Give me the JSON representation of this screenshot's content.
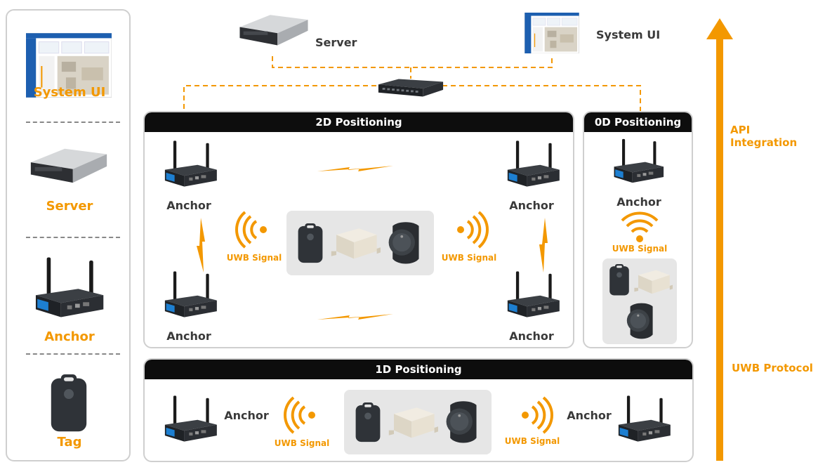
{
  "legend": {
    "system_ui": "System UI",
    "server": "Server",
    "anchor": "Anchor",
    "tag": "Tag"
  },
  "top": {
    "server_label": "Server",
    "system_ui_label": "System UI"
  },
  "sections": {
    "two_d": {
      "title": "2D Positioning",
      "anchor_label": "Anchor",
      "signal_label": "UWB Signal"
    },
    "zero_d": {
      "title": "0D Positioning",
      "anchor_label": "Anchor",
      "signal_label": "UWB Signal"
    },
    "one_d": {
      "title": "1D Positioning",
      "anchor_label": "Anchor",
      "signal_label": "UWB Signal"
    }
  },
  "arrow": {
    "top_label": "API Integration",
    "bottom_label": "UWB Protocol"
  },
  "colors": {
    "accent": "#f39800",
    "header": "#0d0d0d",
    "anchor_blue": "#1d7fd1"
  }
}
